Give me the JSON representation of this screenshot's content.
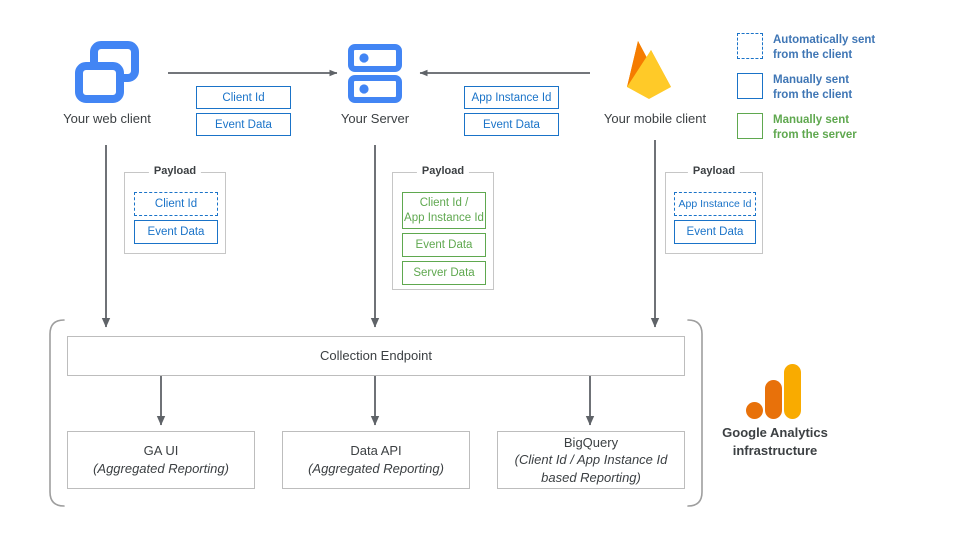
{
  "diagram": {
    "title": "Google Analytics data collection flow",
    "colors": {
      "blue": "#1a73c8",
      "blue_icon": "#4285f4",
      "green": "#5fa84f",
      "gray_border": "#bdbdbd",
      "arrow": "#5f6368",
      "ga_orange": "#e8710a",
      "ga_amber": "#f9ab00",
      "firebase_yellow": "#ffca28",
      "firebase_orange": "#f57c00",
      "firebase_amber": "#ffa000"
    }
  },
  "sources": {
    "web_client": {
      "label": "Your web client",
      "icon": "web-client-icon"
    },
    "server": {
      "label": "Your Server",
      "icon": "server-icon"
    },
    "mobile_client": {
      "label": "Your mobile client",
      "icon": "firebase-icon"
    }
  },
  "transit": {
    "web_to_server": [
      {
        "label": "Client Id"
      },
      {
        "label": "Event Data"
      }
    ],
    "mobile_to_server": [
      {
        "label": "App Instance Id"
      },
      {
        "label": "Event Data"
      }
    ]
  },
  "payloads": {
    "web": {
      "legend": "Payload",
      "items": [
        {
          "label": "Client Id",
          "style": "dashed-blue"
        },
        {
          "label": "Event Data",
          "style": "solid-blue"
        }
      ]
    },
    "server": {
      "legend": "Payload",
      "items": [
        {
          "label": "Client Id /\nApp Instance Id",
          "line1": "Client Id /",
          "line2": "App Instance Id",
          "style": "solid-green"
        },
        {
          "label": "Event Data",
          "style": "solid-green"
        },
        {
          "label": "Server Data",
          "style": "solid-green"
        }
      ]
    },
    "mobile": {
      "legend": "Payload",
      "items": [
        {
          "label": "App Instance Id",
          "style": "dashed-blue"
        },
        {
          "label": "Event Data",
          "style": "solid-blue"
        }
      ]
    }
  },
  "legend": {
    "items": [
      {
        "swatch": "dashed-blue",
        "line1": "Automatically sent",
        "line2": "from the client"
      },
      {
        "swatch": "solid-blue",
        "line1": "Manually sent",
        "line2": "from the client"
      },
      {
        "swatch": "solid-green",
        "line1": "Manually sent",
        "line2": "from the server"
      }
    ]
  },
  "infrastructure": {
    "endpoint": {
      "label": "Collection Endpoint"
    },
    "outputs": [
      {
        "title": "GA UI",
        "subtitle": "(Aggregated Reporting)",
        "subtitle2": ""
      },
      {
        "title": "Data API",
        "subtitle": "(Aggregated Reporting)",
        "subtitle2": ""
      },
      {
        "title": "BigQuery",
        "subtitle": "(Client Id / App Instance Id",
        "subtitle2": "based Reporting)"
      }
    ],
    "brand": {
      "line1": "Google Analytics",
      "line2": "infrastructure",
      "icon": "google-analytics-icon"
    }
  }
}
